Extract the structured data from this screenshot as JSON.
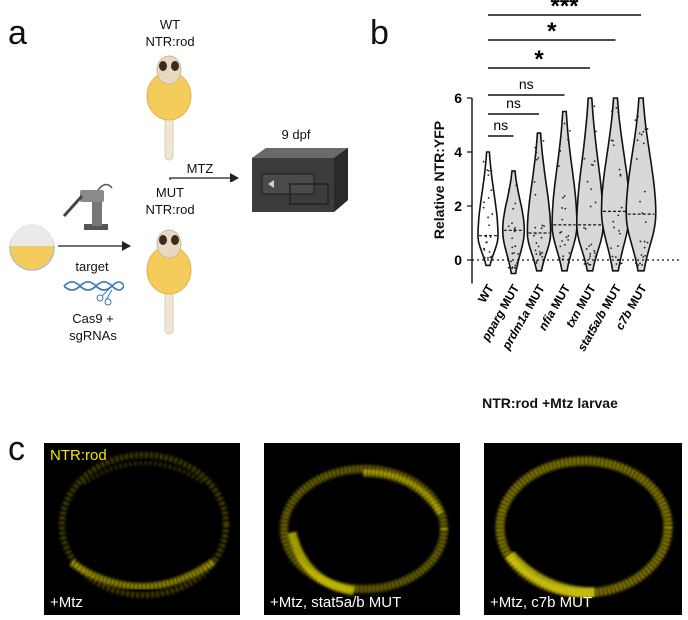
{
  "panels": {
    "a": "a",
    "b": "b",
    "c": "c"
  },
  "schematic": {
    "wt_label_line1": "WT",
    "wt_label_line2": "NTR:rod",
    "mut_label_line1": "MUT",
    "mut_label_line2": "NTR:rod",
    "mtz_label": "MTZ",
    "dpf_label": "9 dpf",
    "target_label": "target",
    "cas9_line1": "Cas9 +",
    "cas9_line2": "sgRNAs"
  },
  "chart_data": {
    "type": "violin",
    "ylabel": "Relative NTR:YFP",
    "xlabel": "NTR:rod +Mtz larvae",
    "ylim": [
      0,
      6
    ],
    "yticks": [
      "0",
      "2",
      "4",
      "6"
    ],
    "categories": [
      "WT",
      "pparg MUT",
      "prdm1a MUT",
      "nfia MUT",
      "txn MUT",
      "stat5a/b MUT",
      "c7b MUT"
    ],
    "italic_prefix": [
      "",
      "pparg",
      "prdm1a",
      "nfia",
      "txn",
      "stat5a/b",
      "c7b"
    ],
    "medians": [
      0.9,
      1.1,
      1.0,
      1.3,
      1.3,
      1.8,
      1.7
    ],
    "ranges": [
      [
        -0.2,
        4.0
      ],
      [
        -0.5,
        3.3
      ],
      [
        -0.4,
        4.7
      ],
      [
        -0.4,
        5.5
      ],
      [
        -0.4,
        6.0
      ],
      [
        -0.4,
        6.0
      ],
      [
        -0.4,
        6.0
      ]
    ],
    "significance": [
      {
        "from": "WT",
        "to": "pparg MUT",
        "label": "ns"
      },
      {
        "from": "WT",
        "to": "prdm1a MUT",
        "label": "ns"
      },
      {
        "from": "WT",
        "to": "nfia MUT",
        "label": "ns"
      },
      {
        "from": "WT",
        "to": "txn MUT",
        "label": "*"
      },
      {
        "from": "WT",
        "to": "stat5a/b MUT",
        "label": "*"
      },
      {
        "from": "WT",
        "to": "c7b MUT",
        "label": "***"
      }
    ]
  },
  "micrographs": [
    {
      "tag": "NTR:rod",
      "caption": "+Mtz"
    },
    {
      "tag": "",
      "caption": "+Mtz, stat5a/b MUT"
    },
    {
      "tag": "",
      "caption": "+Mtz, c7b MUT"
    }
  ],
  "colors": {
    "yfp": "#f2e600",
    "yolk": "#f3cc5c",
    "body": "#efe6d6"
  }
}
